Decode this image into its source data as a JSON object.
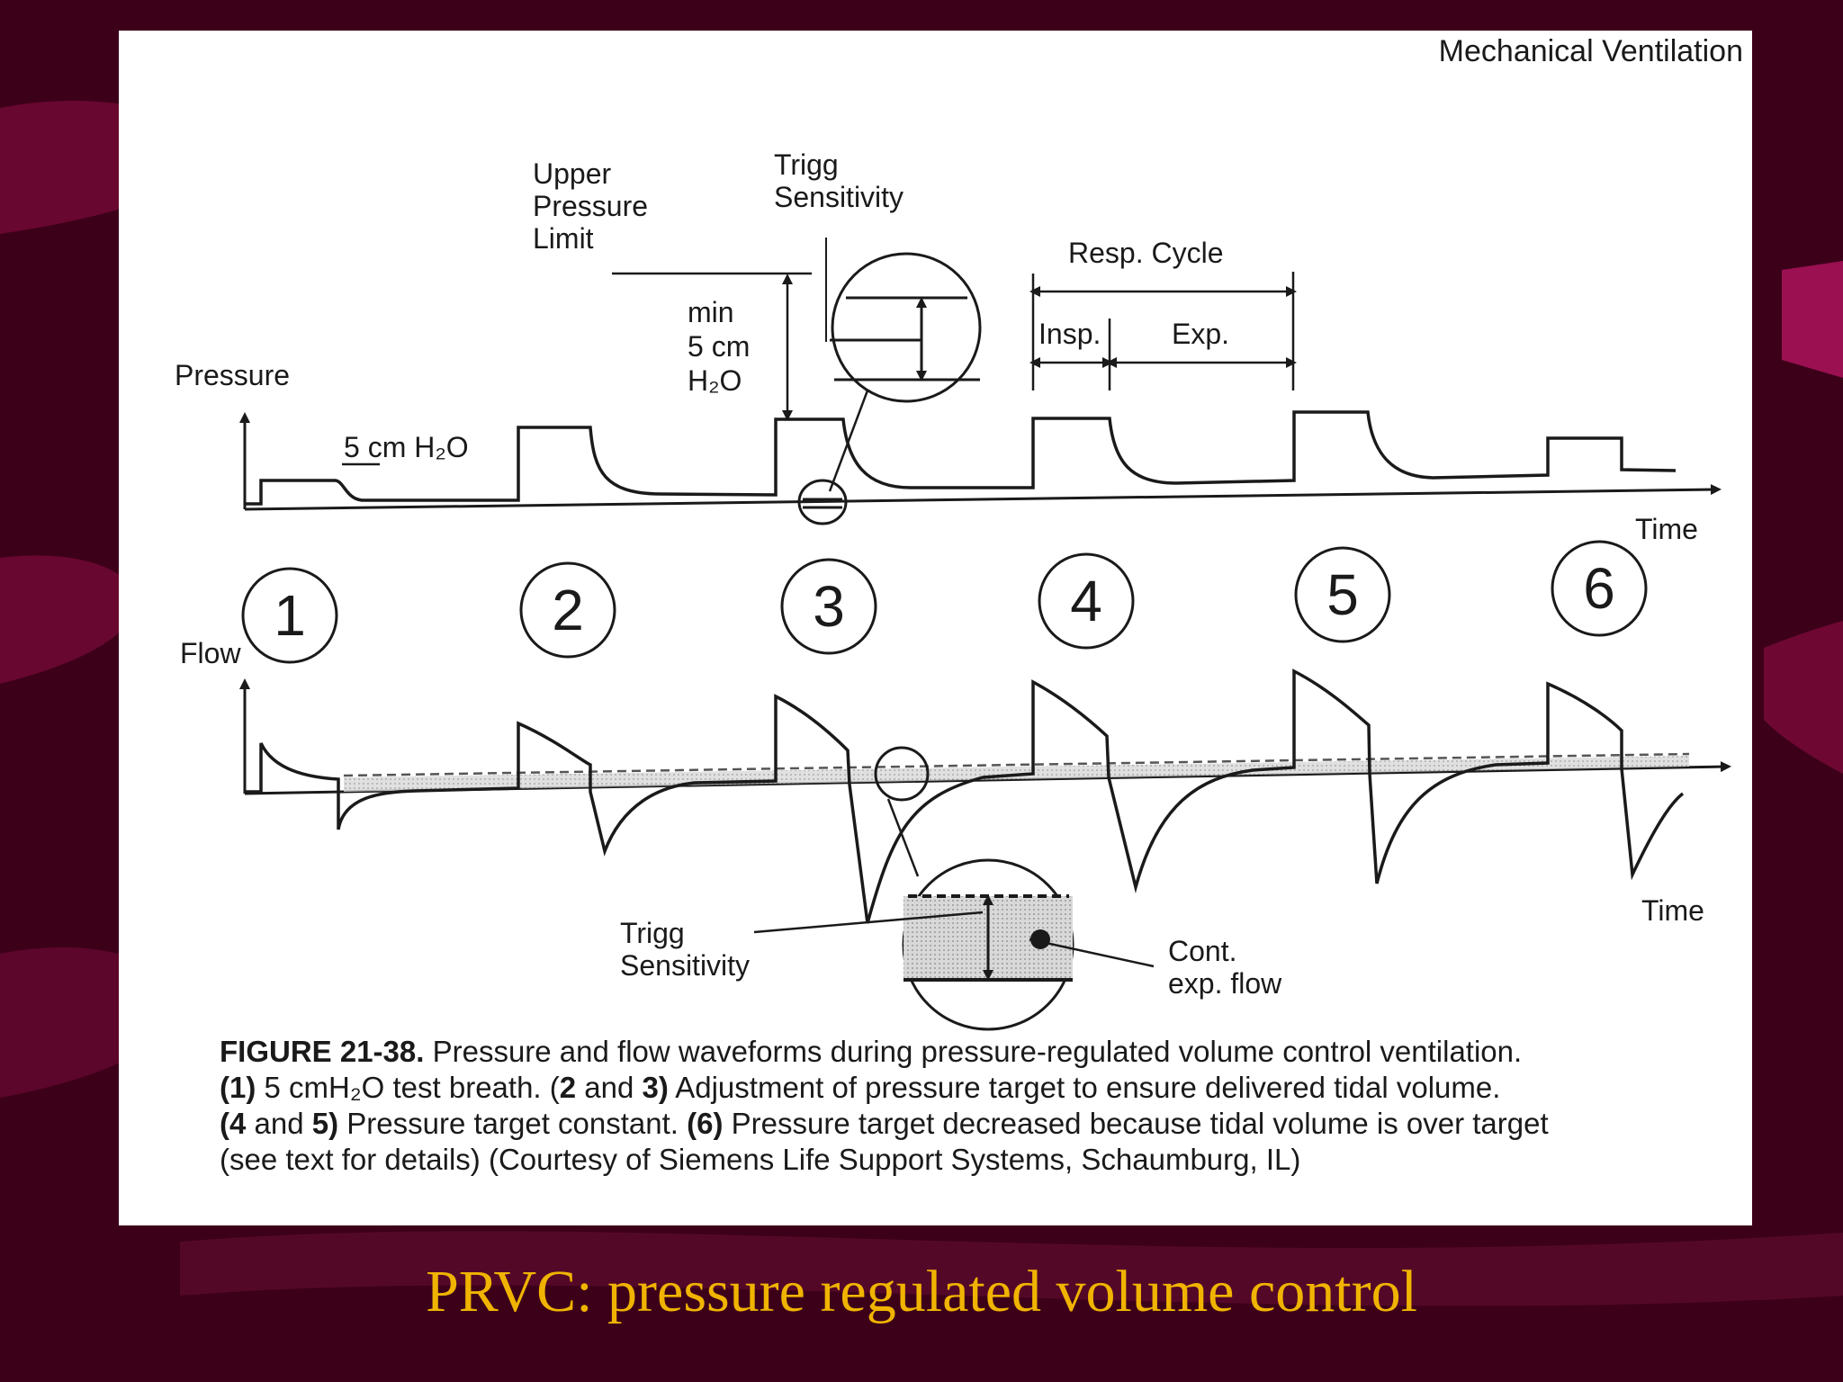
{
  "header": {
    "book_title": "Mechanical Ventilation"
  },
  "pressure_panel": {
    "axis_label": "Pressure",
    "time_label": "Time",
    "upper_limit_label": [
      "Upper",
      "Pressure",
      "Limit"
    ],
    "trigg_label": [
      "Trigg",
      "Sensitivity"
    ],
    "min_label": [
      "min",
      "5 cm",
      "H₂O"
    ],
    "test_breath_label": "5 cm H₂O",
    "resp_cycle_label": "Resp. Cycle",
    "insp_label": "Insp.",
    "exp_label": "Exp."
  },
  "breath_numbers": [
    "1",
    "2",
    "3",
    "4",
    "5",
    "6"
  ],
  "flow_panel": {
    "axis_label": "Flow",
    "time_label": "Time",
    "trigg_label": [
      "Trigg",
      "Sensitivity"
    ],
    "cont_flow_label": [
      "Cont.",
      "exp. flow"
    ]
  },
  "caption": {
    "figure_id": "FIGURE 21-38.",
    "line1_text": "Pressure and flow waveforms during pressure-regulated volume control ventilation.",
    "line2_n1": "(1)",
    "line2_t1": "5 cmH₂O test breath. (",
    "line2_n2": "2",
    "line2_t2": "and",
    "line2_n3": "3)",
    "line2_t3": "Adjustment of pressure target to ensure delivered tidal volume.",
    "line3_n1": "(4",
    "line3_t1": "and",
    "line3_n2": "5)",
    "line3_t2": "Pressure target constant.",
    "line3_n3": "(6)",
    "line3_t3": "Pressure target decreased because tidal volume is over target",
    "line4_text": "(see text for details) (Courtesy of Siemens Life Support Systems, Schaumburg, IL)"
  },
  "slide_title": "PRVC: pressure regulated volume control",
  "colors": {
    "background": "#3d0019",
    "panel": "#ffffff",
    "title": "#f0b400",
    "ink": "#1a1a1a"
  }
}
